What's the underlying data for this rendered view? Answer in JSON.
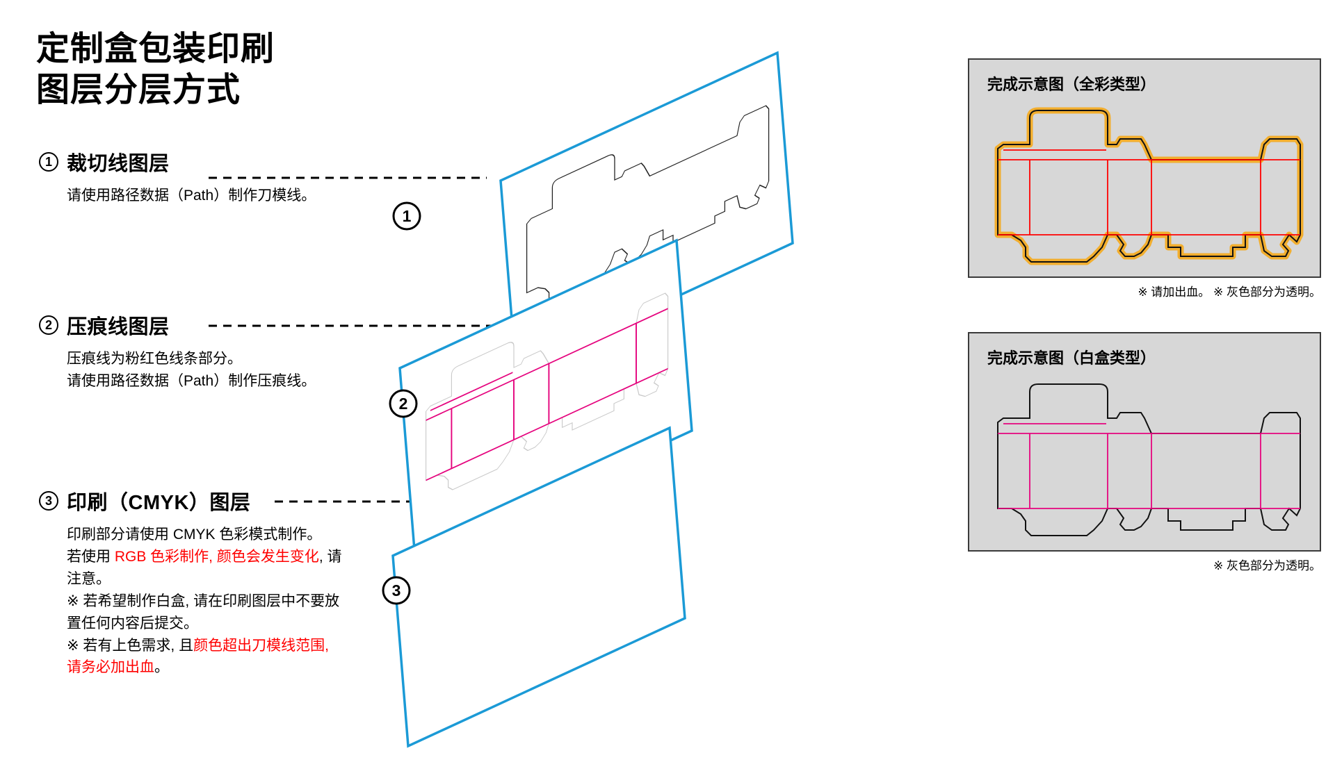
{
  "title": {
    "line1": "定制盒包装印刷",
    "line2": "图层分层方式"
  },
  "colors": {
    "layer_frame_blue": "#1b9ad6",
    "print_orange": "#f2ae2e",
    "crease_pink": "#e5047e",
    "crease_red": "#ff0000",
    "cut_black": "#000000",
    "panel_bg": "#d7d7d7",
    "alert_red": "#ff0000"
  },
  "sections": [
    {
      "number": "①",
      "marker": "1",
      "title": "裁切线图层",
      "body": "请使用路径数据（Path）制作刀模线。",
      "body_parts": [
        {
          "text": "请使用路径数据（Path）制作刀模线。",
          "color": "black"
        }
      ]
    },
    {
      "number": "②",
      "marker": "2",
      "title": "压痕线图层",
      "body": "压痕线为粉红色线条部分。\n请使用路径数据（Path）制作压痕线。",
      "body_parts": [
        {
          "text": "压痕线为粉红色线条部分。\n请使用路径数据（Path）制作压痕线。",
          "color": "black"
        }
      ]
    },
    {
      "number": "③",
      "marker": "3",
      "title": "印刷（CMYK）图层",
      "body": "印刷部分请使用 CMYK 色彩模式制作。\n若使用 RGB 色彩制作, 颜色会发生变化, 请注意。\n※ 若希望制作白盒, 请在印刷图层中不要放置任何内容后提交。\n※ 若有上色需求, 且颜色超出刀模线范围, 请务必加出血。",
      "body_parts": [
        {
          "text": "印刷部分请使用 CMYK 色彩模式制作。\n若使用 ",
          "color": "black"
        },
        {
          "text": "RGB 色彩制作, 颜色会发生变化",
          "color": "red"
        },
        {
          "text": ", 请\n注意。\n※ 若希望制作白盒, 请在印刷图层中不要放\n置任何内容后提交。\n※ 若有上色需求, 且",
          "color": "black"
        },
        {
          "text": "颜色超出刀模线范围,\n请务必加出血",
          "color": "red"
        },
        {
          "text": "。",
          "color": "black"
        }
      ]
    }
  ],
  "panels": [
    {
      "id": "full-color",
      "title": "完成示意图（全彩类型）",
      "note": "※ 请加出血。 ※ 灰色部分为透明。",
      "fill": "#f2ae2e",
      "crease_color": "#ff0000"
    },
    {
      "id": "white-box",
      "title": "完成示意图（白盒类型）",
      "note": "※ 灰色部分为透明。",
      "fill": "#ffffff",
      "crease_color": "#e5047e"
    }
  ],
  "layer_markers": [
    {
      "label": "1"
    },
    {
      "label": "2"
    },
    {
      "label": "3"
    }
  ]
}
